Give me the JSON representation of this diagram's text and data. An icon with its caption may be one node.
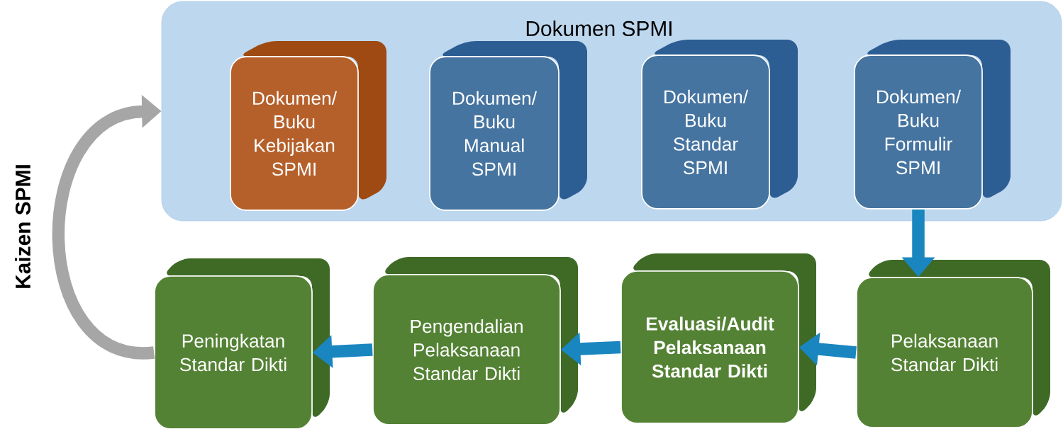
{
  "diagram": {
    "nodes": [
      {
        "text": [
          "Dokumen SPMI"
        ]
      },
      {
        "text": [
          "Dokumen/ Buku Kebijakan SPMI"
        ],
        "in": 0
      },
      {
        "text": [
          "Dokumen/ Buku Manual SPMI"
        ],
        "in": 0
      },
      {
        "text": [
          "Dokumen/ Buku Standar SPMI"
        ],
        "in": 0
      },
      {
        "text": [
          "Dokumen/ Buku Formulir SPMI"
        ],
        "in": 0
      },
      {
        "text": [
          "Peningkatan Standar Dikti"
        ]
      },
      {
        "text": [
          "Pengendalian Pelaksanaan Standar Dikti"
        ]
      },
      {
        "text": [
          "Evaluasi/Audit Pelaksanaan Standar Dikti"
        ]
      },
      {
        "text": [
          "Pelaksanaan Standar Dikti"
        ]
      }
    ],
    "edges": [
      {
        "from": 4,
        "to": 8,
        "arrow": "to"
      },
      {
        "from": 8,
        "to": 7,
        "arrow": "to"
      },
      {
        "from": 7,
        "to": 6,
        "arrow": "to"
      },
      {
        "from": 6,
        "to": 5,
        "arrow": "to"
      },
      {
        "from": 5,
        "to": 0,
        "arrow": "to",
        "label": "Kaizen SPMI",
        "color": "#a6a6a6"
      }
    ]
  }
}
